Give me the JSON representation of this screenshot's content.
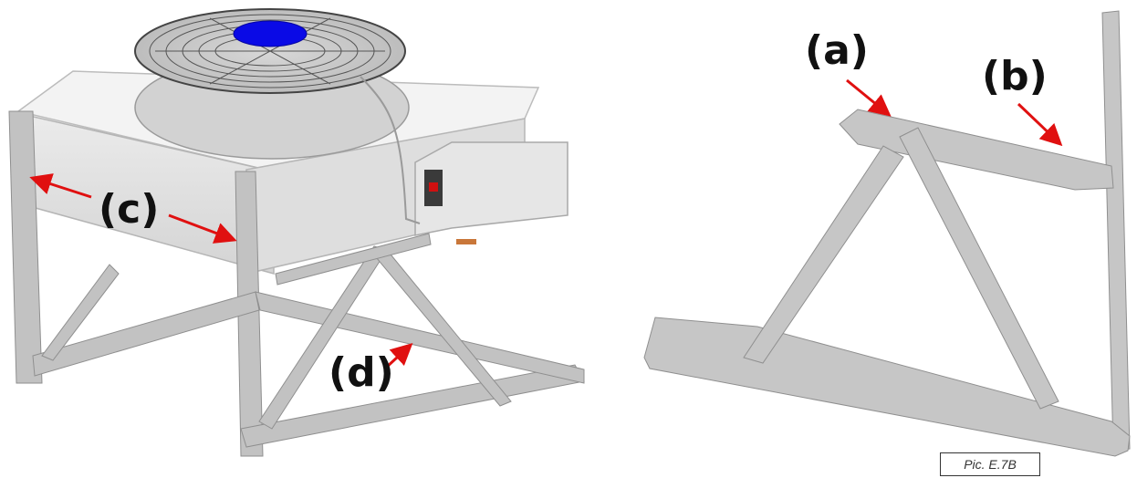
{
  "labels": {
    "a": "(a)",
    "b": "(b)",
    "c": "(c)",
    "d": "(d)"
  },
  "caption": "Pic. E.7B",
  "colors": {
    "frame": "#c2c2c2",
    "frame_dark": "#a9a9a9",
    "panel": "#e4e4e4",
    "panel_top": "#f2f2f2",
    "fan_hub": "#0a0ae6",
    "arrow": "#e01010",
    "copper": "#c9773a"
  },
  "icons": {
    "fan": "axial-fan-icon",
    "arrow": "red-pointer-arrow"
  }
}
